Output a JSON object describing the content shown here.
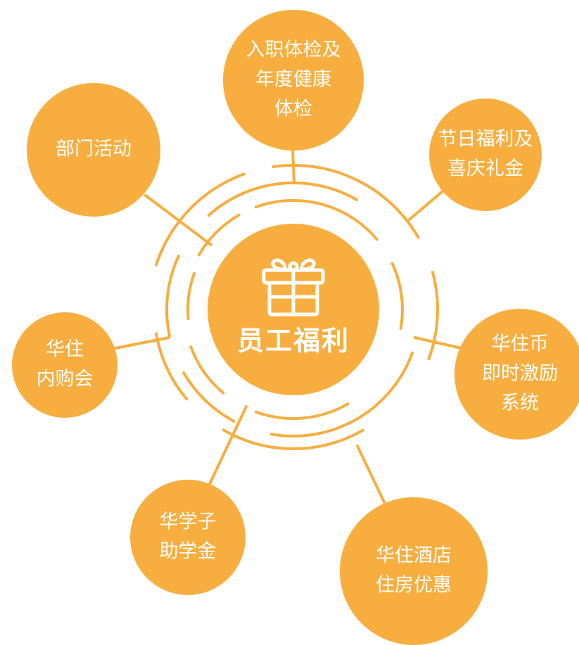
{
  "colors": {
    "accent": "#F7AE3F",
    "text": "#ffffff",
    "background": "#ffffff"
  },
  "center": {
    "icon": "gift-icon",
    "label": "员工福利"
  },
  "nodes": [
    {
      "id": "checkup",
      "lines": [
        "入职体检及",
        "年度健康",
        "体检"
      ]
    },
    {
      "id": "holiday",
      "lines": [
        "节日福利及",
        "喜庆礼金"
      ]
    },
    {
      "id": "coin",
      "lines": [
        "华住币",
        "即时激励",
        "系统"
      ]
    },
    {
      "id": "hotel",
      "lines": [
        "华住酒店",
        "住房优惠"
      ]
    },
    {
      "id": "scholarship",
      "lines": [
        "华学子",
        "助学金"
      ]
    },
    {
      "id": "purchase",
      "lines": [
        "华住",
        "内购会"
      ]
    },
    {
      "id": "activity",
      "lines": [
        "部门活动"
      ]
    }
  ]
}
